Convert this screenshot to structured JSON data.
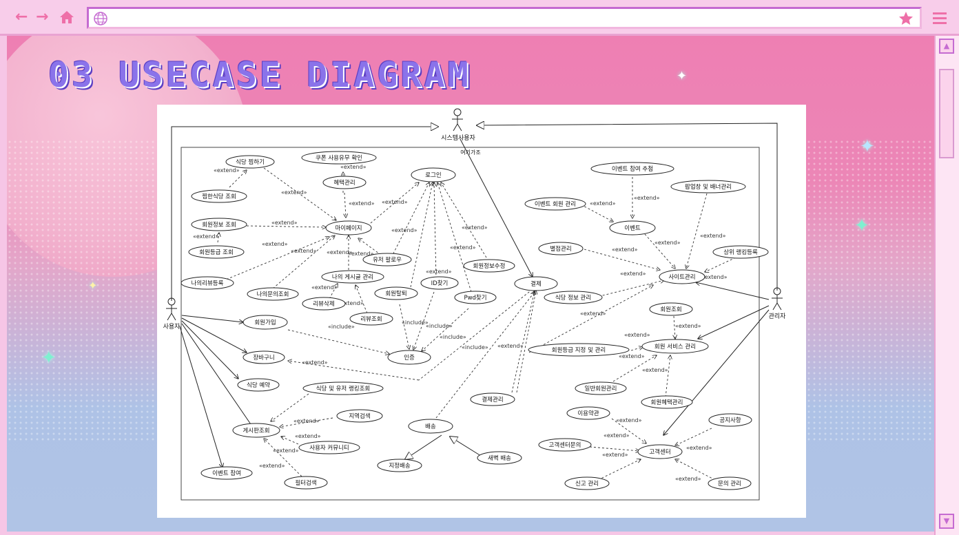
{
  "browser": {
    "back_icon": "arrow-left-icon",
    "forward_icon": "arrow-right-icon",
    "home_icon": "home-icon",
    "globe_icon": "globe-icon",
    "bookmark_icon": "star-icon",
    "menu_icon": "hamburger-menu-icon",
    "url": ""
  },
  "page": {
    "title": "03 USECASE DIAGRAM"
  },
  "diagram": {
    "actors": {
      "system_user": "시스템사용자",
      "user": "사용자",
      "admin": "관리자"
    },
    "note": "여기가조",
    "usecases": {
      "restaurant_wishlist": "식당 찜하기",
      "coupon_check": "쿠폰 사용유무 확인",
      "login": "로그인",
      "benefit_mgmt": "혜택관리",
      "wishlist_view": "찜한식당 조회",
      "member_info_view": "회원정보 조회",
      "mypage": "마이페이지",
      "member_grade_view": "회원등급 조회",
      "user_follow": "유저 팔로우",
      "member_info_edit": "회원정보수정",
      "my_review_register": "나의리뷰등록",
      "my_posts_mgmt": "나의 게시글 관리",
      "my_inquiry_view": "나의문의조회",
      "review_delete": "리뷰삭제",
      "review_view": "리뷰조회",
      "withdraw": "회원탈퇴",
      "find_id": "ID찾기",
      "find_pwd": "Pwd찾기",
      "payment": "결제",
      "signup": "회원가입",
      "auth": "인증",
      "cart": "장바구니",
      "reservation": "식당 예약",
      "ranking_view": "식당 및 유저 랭킹조회",
      "region_search": "지역검색",
      "board_view": "게시판조회",
      "user_community": "사용자 커뮤니티",
      "filter_search": "필터검색",
      "event_join": "이벤트 참여",
      "delivery": "배송",
      "scheduled_delivery": "지정배송",
      "dawn_delivery": "새벽 배송",
      "payment_mgmt": "결제관리",
      "event_draw": "이벤트 참여 추첨",
      "popup_banner": "팝업창 및 배너관리",
      "event_member_mgmt": "이벤트 회원 관리",
      "event": "이벤트",
      "rating_mgmt": "별점관리",
      "top_ranking": "상위 랭킹등록",
      "site_mgmt": "사이트관리",
      "restaurant_info_mgmt": "식당 정보 관리",
      "member_view": "회원조회",
      "grade_assign": "회원등급 지정 및 관리",
      "member_service_mgmt": "회원 서비스 관리",
      "general_member_mgmt": "일반회원관리",
      "member_benefit_mgmt": "회원혜택관리",
      "terms": "이용약관",
      "notice": "공지사항",
      "cs_inquiry": "고객센터문의",
      "cs_center": "고객센터",
      "report_mgmt": "신고 관리",
      "inquiry_mgmt": "문의 관리"
    },
    "stereotypes": {
      "extend": "«extend»",
      "include": "«include»"
    }
  },
  "colors": {
    "accent": "#c56bd1",
    "title": "#8a73ea",
    "nav": "#ee6fa8"
  }
}
